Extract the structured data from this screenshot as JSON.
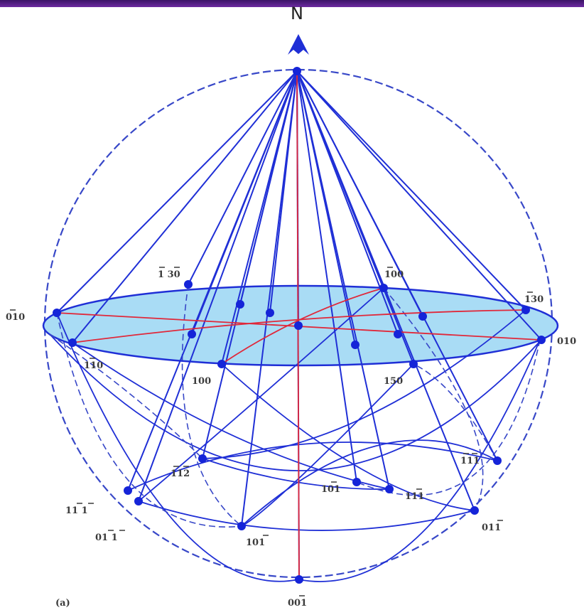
{
  "colors": {
    "line": "#1f2fd6",
    "dashed": "#3848c8",
    "axis": "#e0283a",
    "equator_fill": "#a9dcf5",
    "node": "#1524d8"
  },
  "north_label": "N",
  "labels": {
    "bar1_30": "1 30",
    "l100_top": "100",
    "l130_right": "130",
    "l010_left": "010",
    "l010_right": "010",
    "l110": "110",
    "l100_bottom": "100",
    "l150": "150",
    "l112": "112",
    "l101_mid": "101",
    "l111_mid": "111",
    "l111_right": "111",
    "l111_left": "11 1",
    "l011_left": "01 1",
    "l101_bottom": "101",
    "l011_right": "011",
    "l001": "001",
    "corner_mark": "(a)"
  }
}
